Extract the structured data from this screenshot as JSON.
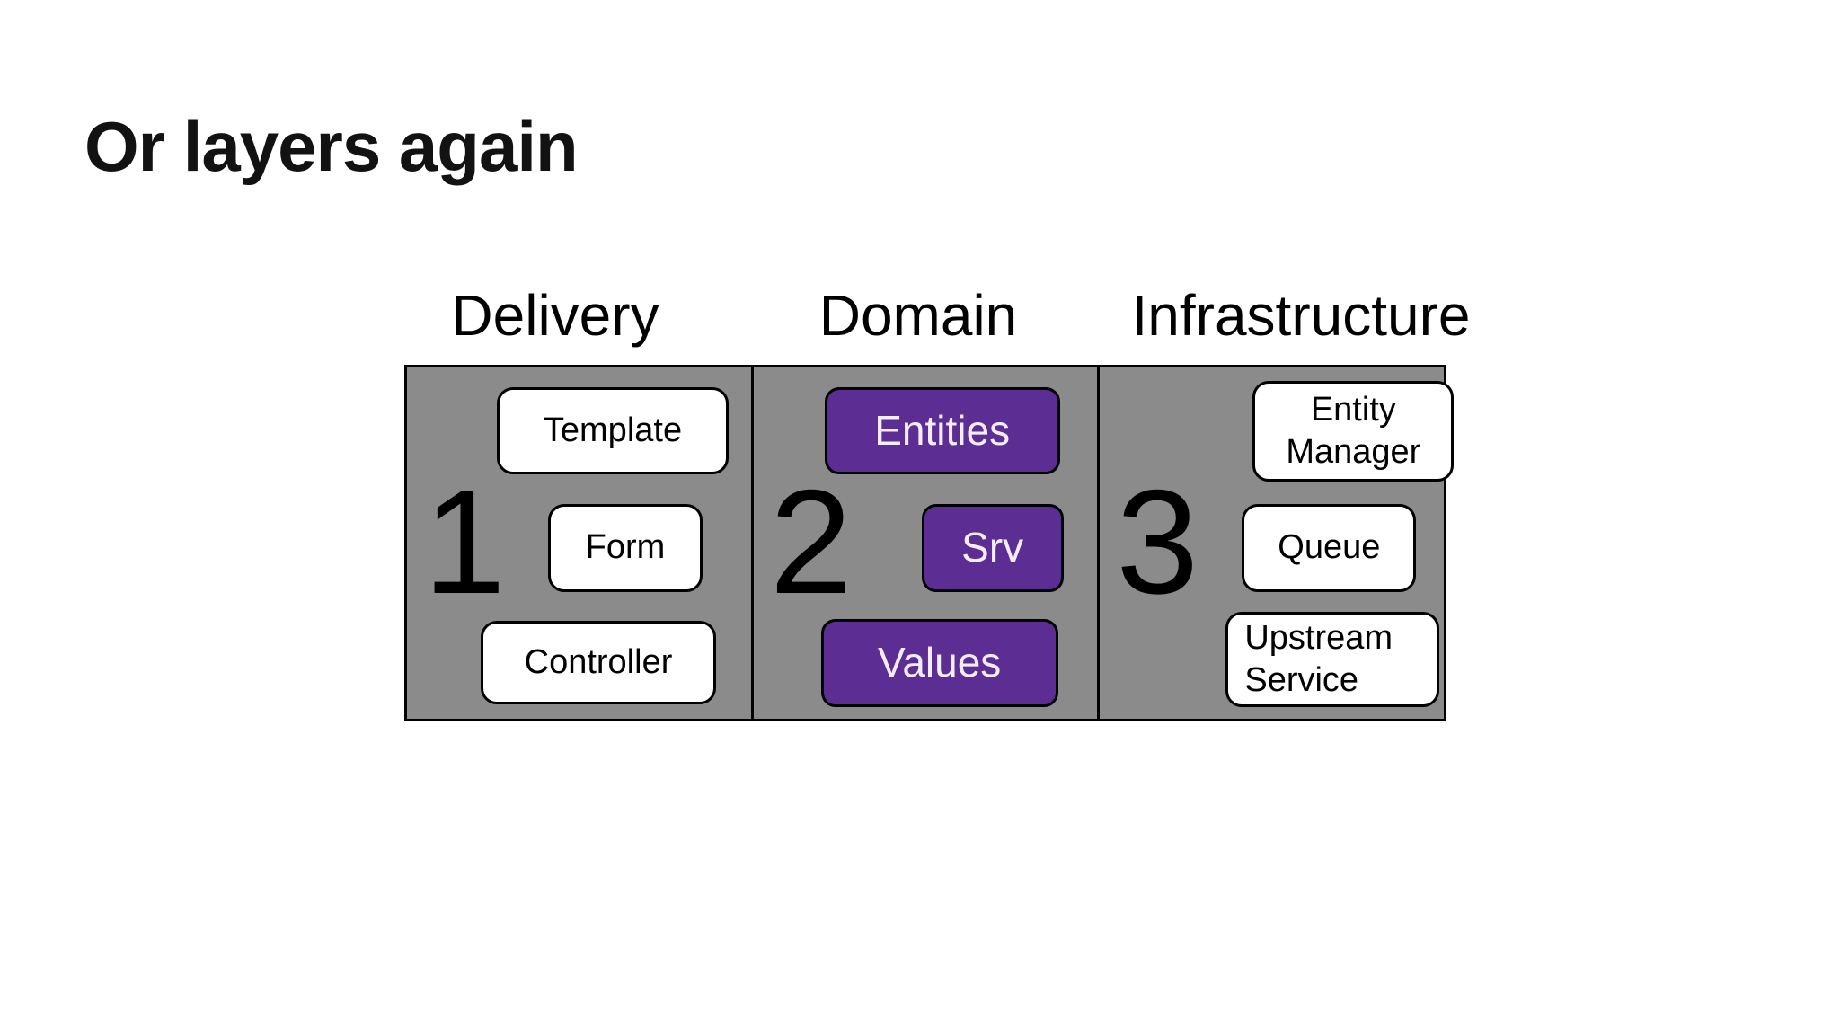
{
  "title": "Or layers again",
  "diagram": {
    "columns": [
      {
        "header": "Delivery",
        "number": "1",
        "box_style": "white",
        "boxes": [
          {
            "label": "Template"
          },
          {
            "label": "Form"
          },
          {
            "label": "Controller"
          }
        ]
      },
      {
        "header": "Domain",
        "number": "2",
        "box_style": "purple",
        "boxes": [
          {
            "label": "Entities"
          },
          {
            "label": "Srv"
          },
          {
            "label": "Values"
          }
        ]
      },
      {
        "header": "Infrastructure",
        "number": "3",
        "box_style": "white",
        "boxes": [
          {
            "label": "Entity Manager"
          },
          {
            "label": "Queue"
          },
          {
            "label": "Upstream Service"
          }
        ]
      }
    ],
    "colors": {
      "panel_gray": "#8b8b8b",
      "accent_purple": "#5c2e94",
      "border_black": "#000000",
      "box_white": "#ffffff",
      "purple_box_text": "#f3edfa",
      "slide_background": "#ffffff",
      "text_black": "#000000"
    }
  }
}
